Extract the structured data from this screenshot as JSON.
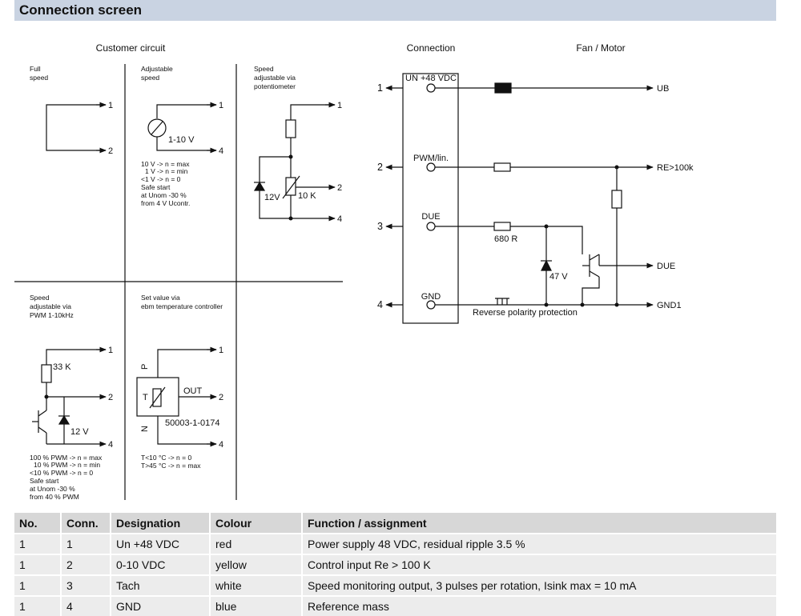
{
  "header": {
    "title": "Connection screen"
  },
  "diagram": {
    "customer_circuit_title": "Customer circuit",
    "connection_title": "Connection",
    "fan_motor_title": "Fan / Motor",
    "panel_full": {
      "label_line1": "Full",
      "label_line2": "speed"
    },
    "panel_adjustable": {
      "label_line1": "Adjustable",
      "label_line2": "speed",
      "voltage": "1-10 V",
      "notes": [
        "10 V -> n = max",
        "1 V -> n = min",
        "<1 V -> n = 0",
        "Safe start",
        "at Unom -30 %",
        "from 4 V Ucontr."
      ]
    },
    "panel_potentiometer": {
      "label_line1": "Speed",
      "label_line2": "adjustable via",
      "label_line3": "potentiometer",
      "zener": "12V",
      "pot": "10 K"
    },
    "panel_pwm": {
      "label_line1": "Speed",
      "label_line2": "adjustable via",
      "label_line3": "PWM 1-10kHz",
      "resistor": "33 K",
      "zener": "12 V",
      "notes": [
        "100 % PWM -> n = max",
        "10 % PWM -> n = min",
        "<10 % PWM -> n = 0",
        "Safe start",
        "at Unom -30 %",
        "from 40 % PWM"
      ]
    },
    "panel_temp": {
      "label_line1": "Set value via",
      "label_line2": "ebm temperature controller",
      "p": "P",
      "n": "N",
      "t": "T",
      "out": "OUT",
      "part": "50003-1-0174",
      "notes": [
        "T<10 °C -> n = 0",
        "T>45 °C -> n = max"
      ]
    },
    "terminal_numbers": [
      "1",
      "2",
      "4"
    ],
    "connection": {
      "pins": [
        {
          "num": "1",
          "label": "UN +48 VDC",
          "target": "UB"
        },
        {
          "num": "2",
          "label": "PWM/lin.",
          "target": "RE>100k"
        },
        {
          "num": "3",
          "label": "DUE",
          "target": "DUE"
        },
        {
          "num": "4",
          "label": "GND",
          "target": "GND1"
        }
      ],
      "r680": "680 R",
      "zener": "47 V",
      "reverse": "Reverse polarity protection"
    }
  },
  "table": {
    "headers": [
      "No.",
      "Conn.",
      "Designation",
      "Colour",
      "Function / assignment"
    ],
    "rows": [
      [
        "1",
        "1",
        "Un +48 VDC",
        "red",
        "Power supply 48 VDC, residual ripple 3.5 %"
      ],
      [
        "1",
        "2",
        "0-10 VDC",
        "yellow",
        "Control input Re > 100 K"
      ],
      [
        "1",
        "3",
        "Tach",
        "white",
        "Speed monitoring output, 3 pulses per rotation, Isink max = 10 mA"
      ],
      [
        "1",
        "4",
        "GND",
        "blue",
        "Reference mass"
      ]
    ]
  }
}
